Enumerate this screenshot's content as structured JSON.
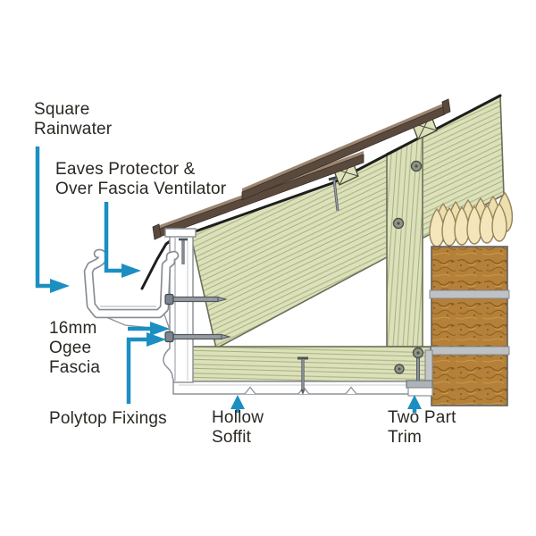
{
  "diagram": {
    "type": "eaves-construction-detail",
    "labels": {
      "square_rainwater": {
        "lines": [
          "Square",
          "Rainwater"
        ]
      },
      "eaves_protector": {
        "lines": [
          "Eaves Protector &",
          "Over Fascia Ventilator"
        ]
      },
      "ogee_fascia": {
        "lines": [
          "16mm",
          "Ogee",
          "Fascia"
        ]
      },
      "polytop_fixings": {
        "lines": [
          "Polytop Fixings"
        ]
      },
      "hollow_soffit": {
        "lines": [
          "Hollow",
          "Soffit"
        ]
      },
      "two_part_trim": {
        "lines": [
          "Two Part",
          "Trim"
        ]
      }
    },
    "colors": {
      "arrow": "#1b8fc2",
      "text": "#2b2823",
      "timber": "#dde1b9",
      "timber_grain": "#b2b98e",
      "timber_grain_dark": "#9aa178",
      "timber_outline": "#6a6f5a",
      "batten": "#5a4a3e",
      "batten_top": "#9a8570",
      "brick": "#b5803a",
      "mortar": "#bec2c7",
      "foam": "#f4e6ba",
      "foam_dark": "#eedfae",
      "foam_outline": "#97845a",
      "membrane": "#1e1e1e",
      "pvc_white": "#ffffff",
      "outline_gray": "#8d9297"
    }
  }
}
